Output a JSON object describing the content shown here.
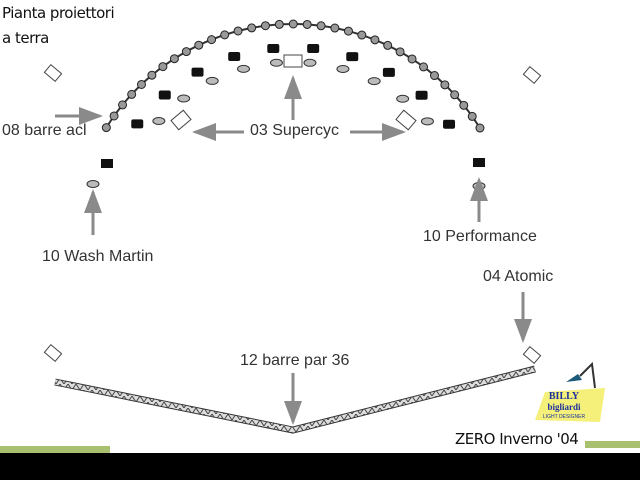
{
  "title_line1": "Pianta proiettori",
  "title_line2": "a terra",
  "labels": {
    "barre_acl": "08 barre acl",
    "supercyc": "03 Supercyc",
    "wash_martin": "10 Wash Martin",
    "performance": "10 Performance",
    "atomic": "04 Atomic",
    "barre_par": "12 barre par 36"
  },
  "footer": "ZERO Inverno '04",
  "logo": {
    "name": "BILLY",
    "surname": "bigliardi",
    "tagline": "LIGHT DESIGNER"
  },
  "colors": {
    "arrow": "#8a8a8a",
    "logo_yellow": "#f5f07a",
    "logo_blue": "#1a2fa0",
    "green_strip": "#a8c070"
  }
}
